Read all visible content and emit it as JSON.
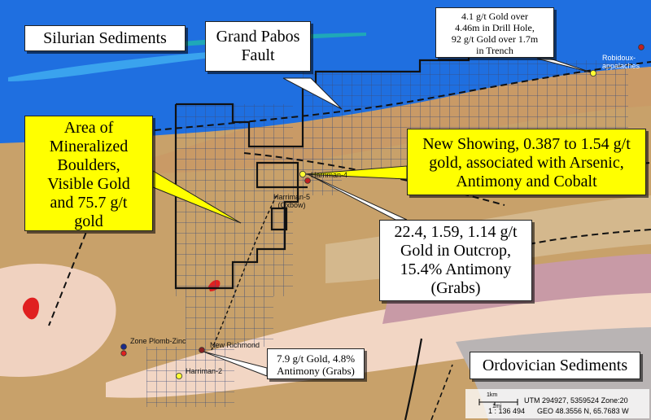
{
  "map": {
    "colors": {
      "water_deep": "#1f6fe0",
      "water_light": "#3aa3ee",
      "silurian": "#c8a16a",
      "fault_zone": "#c9a070",
      "ordovician_band": "#d4b88d",
      "pale_unit": "#f0d2c0",
      "mauve_unit": "#c89aa6",
      "grey_unit": "#b9b4b4",
      "claim_grid": "#3d4d7a",
      "anomaly_red": "#e02020",
      "callout_yellow": "#ffff00"
    },
    "region_labels": {
      "silurian": "Silurian Sediments",
      "ordovician": "Ordovician Sediments"
    },
    "callouts": {
      "fault": "Grand Pabos Fault",
      "drill": [
        "4.1 g/t Gold over",
        "4.46m in Drill Hole,",
        "92 g/t Gold over 1.7m",
        "in Trench"
      ],
      "boulders": [
        "Area of",
        "Mineralized",
        "Boulders,",
        "Visible Gold",
        "and 75.7 g/t",
        "gold"
      ],
      "new_showing": [
        "New Showing, 0.387 to 1.54 g/t",
        "gold, associated with Arsenic,",
        "Antimony and Cobalt"
      ],
      "outcrop": [
        "22.4, 1.59, 1.14 g/t",
        "Gold in Outcrop,",
        "15.4% Antimony",
        "(Grabs)"
      ],
      "new_richmond_grab": [
        "7.9 g/t Gold, 4.8%",
        "Antimony (Grabs)"
      ]
    },
    "sites": {
      "robidoux": [
        "Robidoux-",
        "appalaches"
      ],
      "harriman4": "Harriman-4 ",
      "harriman5": [
        "Harriman-5",
        "(Oxbow)"
      ],
      "zone_plomb_zinc": "Zone Plomb-Zinc",
      "new_richmond": "New Richmond",
      "harriman2": "Harriman-2"
    },
    "scale": {
      "km_label": "1km",
      "mi_label": "1mi",
      "ratio": "1 : 136 494",
      "utm": "UTM 294927, 5359524 Zone:20",
      "geo": "GEO 48.3556 N, 65.7683 W"
    }
  }
}
